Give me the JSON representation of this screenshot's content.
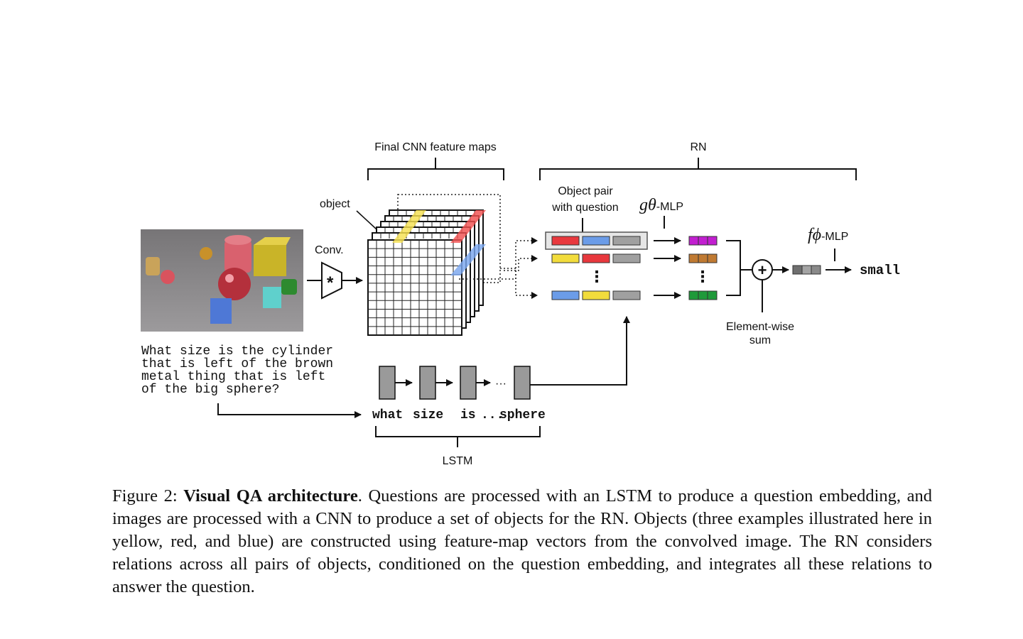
{
  "labels": {
    "cnn_title": "Final CNN feature maps",
    "rn_title": "RN",
    "object": "object",
    "conv": "Conv.",
    "conv_symbol": "*",
    "object_pair_line1": "Object pair",
    "object_pair_line2": "with question",
    "g_symbol": "gθ",
    "g_suffix": "-MLP",
    "f_symbol": "fϕ",
    "f_suffix": "-MLP",
    "vdots": "⋮",
    "plus": "+",
    "element_wise_line1": "Element-wise",
    "element_wise_line2": "sum",
    "answer": "small",
    "lstm": "LSTM",
    "lstm_dots": "···",
    "word_what": "what",
    "word_size": "size",
    "word_is": "is",
    "word_dots": "...",
    "word_sphere": "sphere"
  },
  "question_lines": [
    "What size is the cylinder",
    "that is left of the brown",
    "metal thing that is left",
    "of the big sphere?"
  ],
  "colors": {
    "red": "#e8383d",
    "blue": "#6b9ce8",
    "yellow": "#f2dc3c",
    "gray": "#a0a0a0",
    "g_magenta": "#c21fd0",
    "g_brown": "#c07a32",
    "g_green": "#1f9a3a",
    "highlight_yellow": "#f5e050",
    "highlight_red": "#f05050",
    "highlight_blue": "#7aa6ee"
  },
  "caption": {
    "label": "Figure 2:",
    "title": "Visual QA architecture",
    "text": ". Questions are processed with an LSTM to produce a question embedding, and images are processed with a CNN to produce a set of objects for the RN. Objects (three examples illustrated here in yellow, red, and blue) are constructed using feature-map vectors from the convolved image. The RN considers relations across all pairs of objects, conditioned on the question embedding, and integrates all these relations to answer the question."
  }
}
